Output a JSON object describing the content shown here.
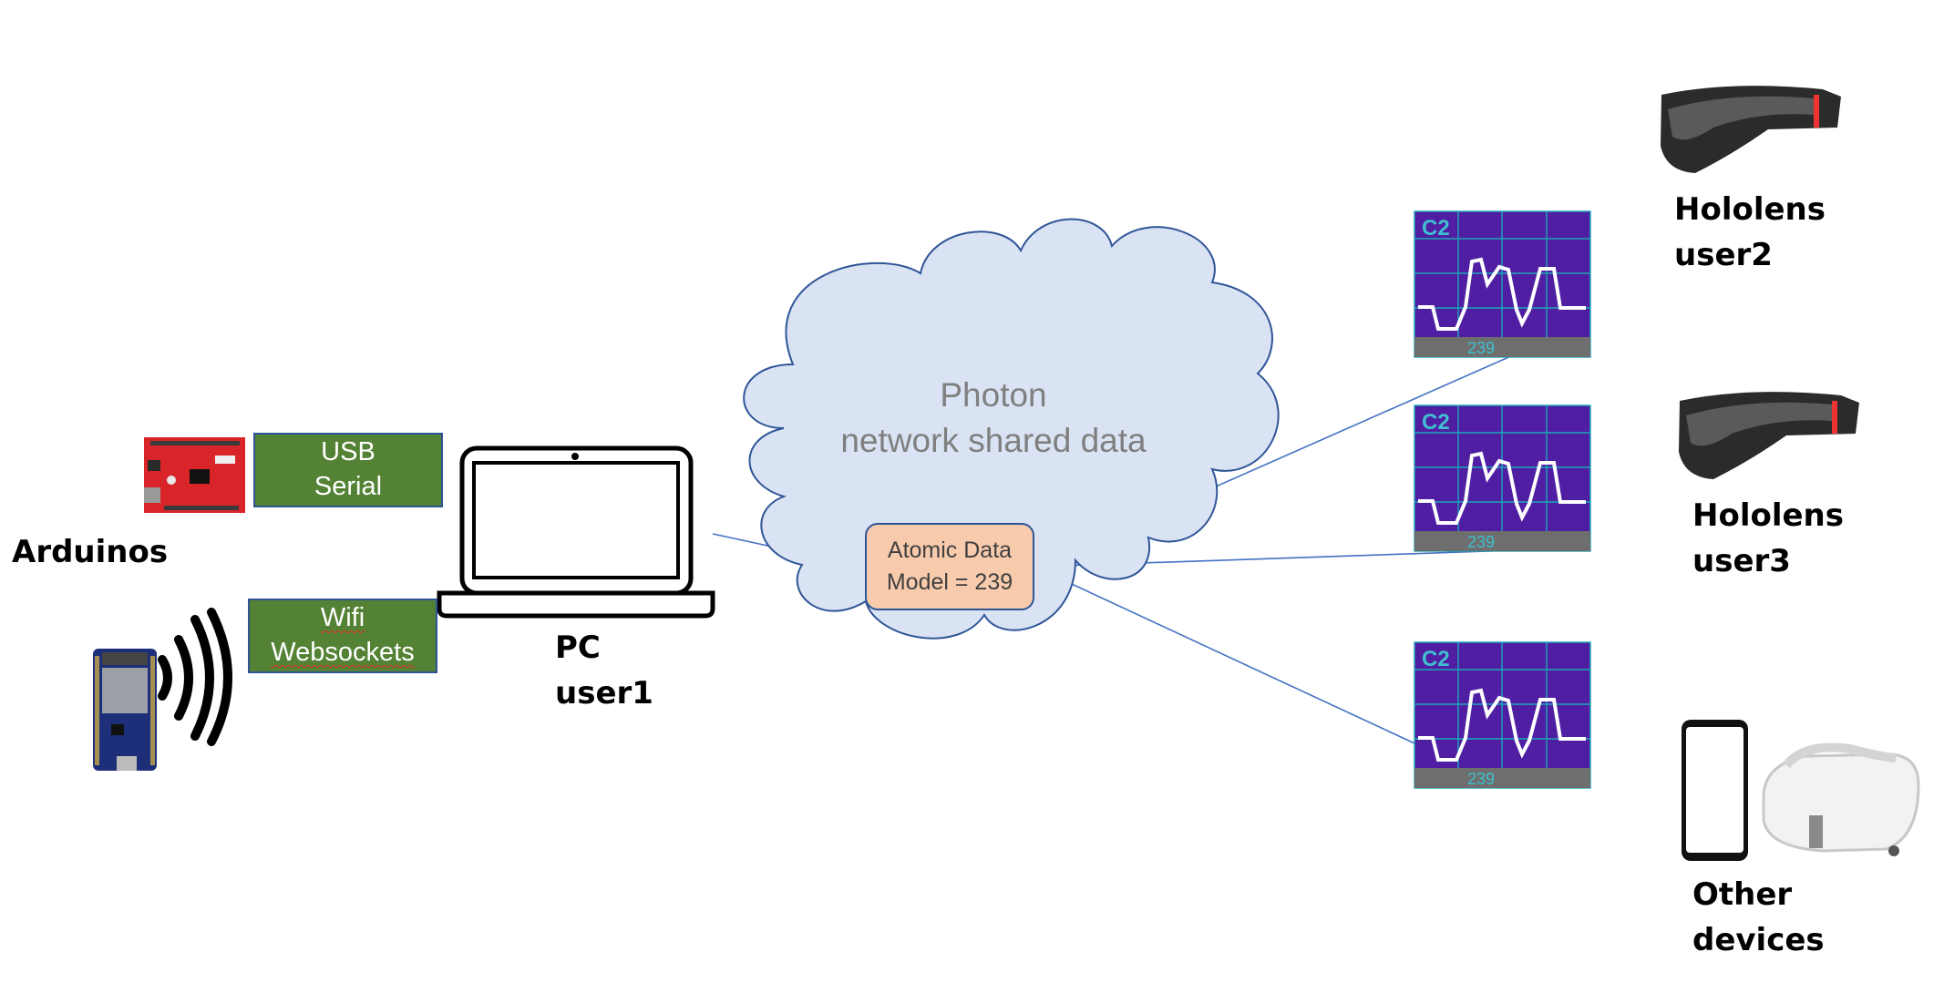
{
  "left": {
    "arduinos_label": "Arduinos",
    "usb_box": {
      "line1": "USB",
      "line2": "Serial"
    },
    "wifi_box": {
      "line1": "Wifi",
      "line2": "Websockets"
    }
  },
  "pc": {
    "line1": "PC",
    "line2": "user1"
  },
  "cloud": {
    "title_line1": "Photon",
    "title_line2": "network shared data",
    "atomic_line1": "Atomic Data",
    "atomic_line2": "Model = 239"
  },
  "scope_panel": {
    "channel": "C2",
    "value": "239"
  },
  "devices": {
    "hololens2": {
      "line1": "Hololens",
      "line2": "user2"
    },
    "hololens3": {
      "line1": "Hololens",
      "line2": "user3"
    },
    "other": {
      "line1": "Other",
      "line2": "devices"
    }
  },
  "colors": {
    "cloud_fill": "#dae3f3",
    "cloud_stroke": "#2f5597",
    "green_box": "#548235",
    "atomic_box": "#f8cbad",
    "scope_bg": "#4f1ea3",
    "scope_value": "#3fbfcf"
  },
  "icons": [
    "arduino-board-icon",
    "esp32-board-icon",
    "wireless-signal-icon",
    "laptop-icon",
    "hololens-headset-icon",
    "smartphone-icon",
    "vr-headset-icon"
  ]
}
